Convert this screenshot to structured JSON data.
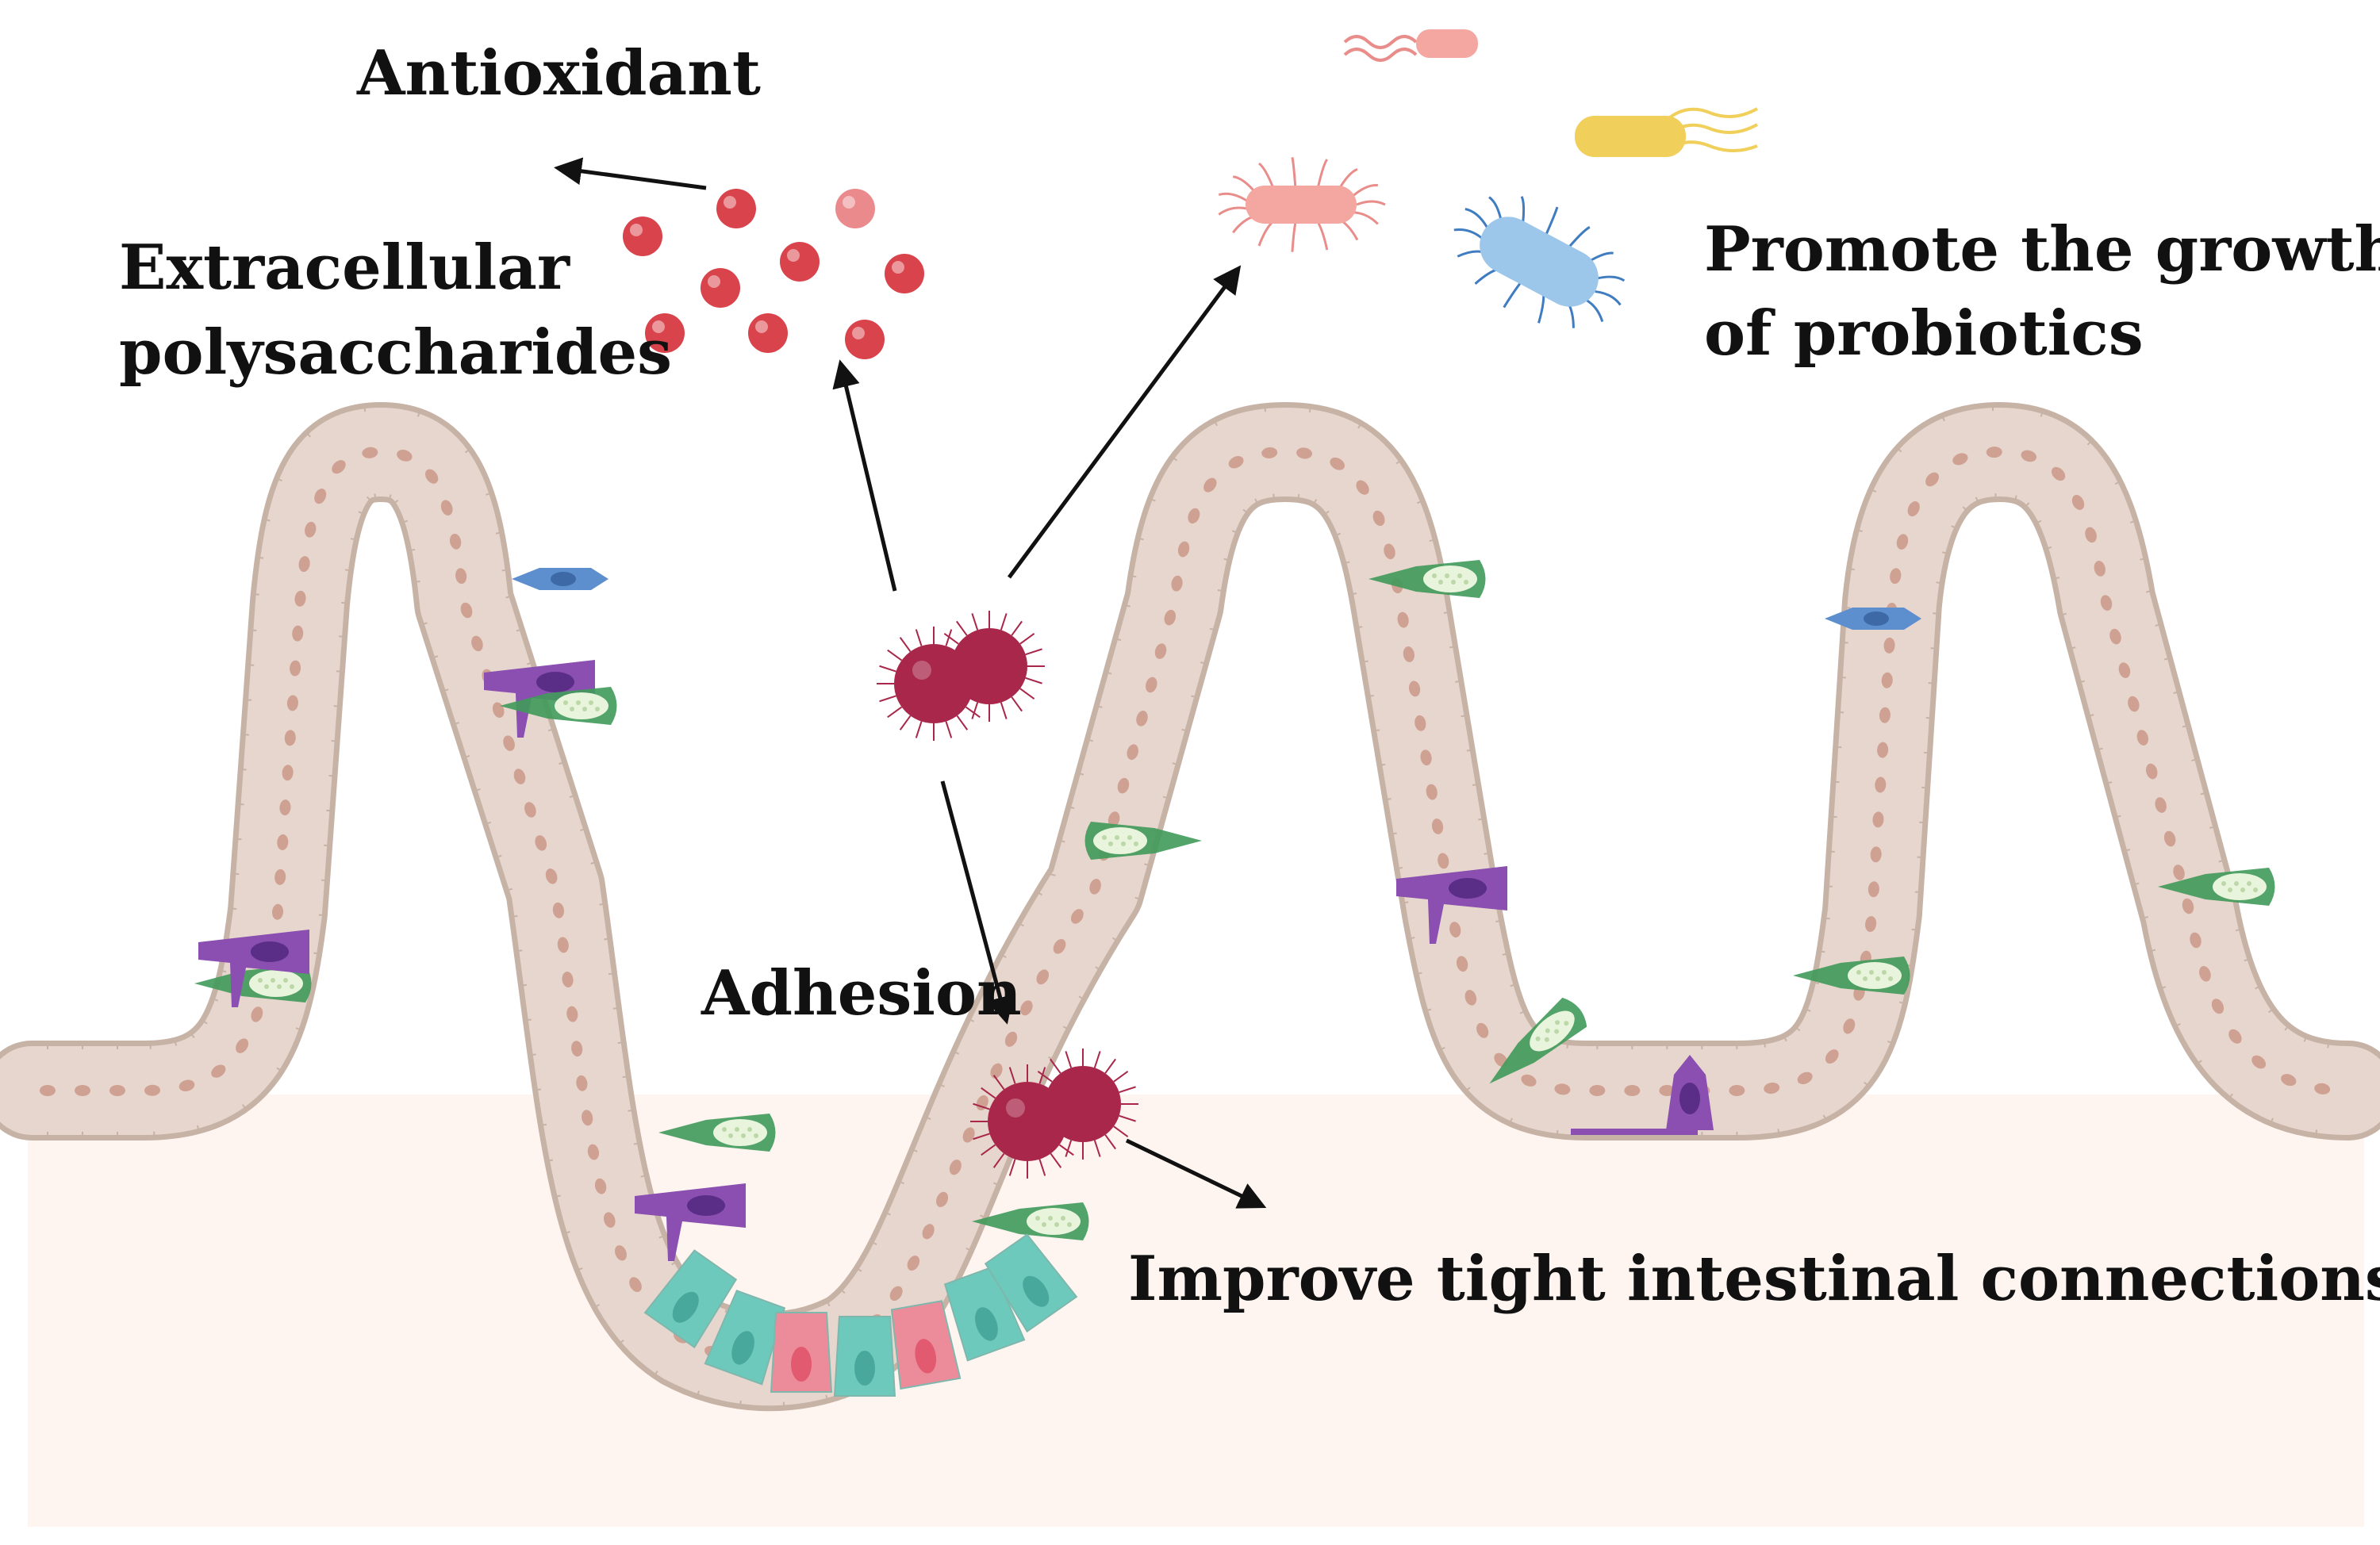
{
  "labels": {
    "antioxidant": "Antioxidant",
    "eps_line1": "Extracellular",
    "eps_line2": "polysaccharides",
    "probiotics_line1": "Promote the growth",
    "probiotics_line2": "of probiotics",
    "adhesion": "Adhesion",
    "tight_junctions": "Improve tight intestinal connections"
  },
  "colors": {
    "background": "#fff5f0",
    "epithelium_fill": "#e7d6cd",
    "epithelium_stroke": "#c7b2a6",
    "nucleus": "#cfa193",
    "polysaccharide_bead": "#d9444c",
    "bacterium": "#a8274a",
    "goblet_cell": "#3f9a5a",
    "tuft_cell": "#8a4fb0",
    "enteroendocrine_cell": "#5d8fcf",
    "stem_cell": "#6dc9bb",
    "paneth_cell": "#ec8c9a",
    "probiotic_blue": "#9cc6ea",
    "probiotic_pink": "#f4a7a0",
    "probiotic_yellow": "#f0cf5a"
  },
  "icons": [
    "lactic-acid-bacterium-icon",
    "polysaccharide-bead-icon",
    "probiotic-rod-icon",
    "goblet-cell-icon",
    "tuft-cell-icon",
    "enteroendocrine-cell-icon"
  ]
}
